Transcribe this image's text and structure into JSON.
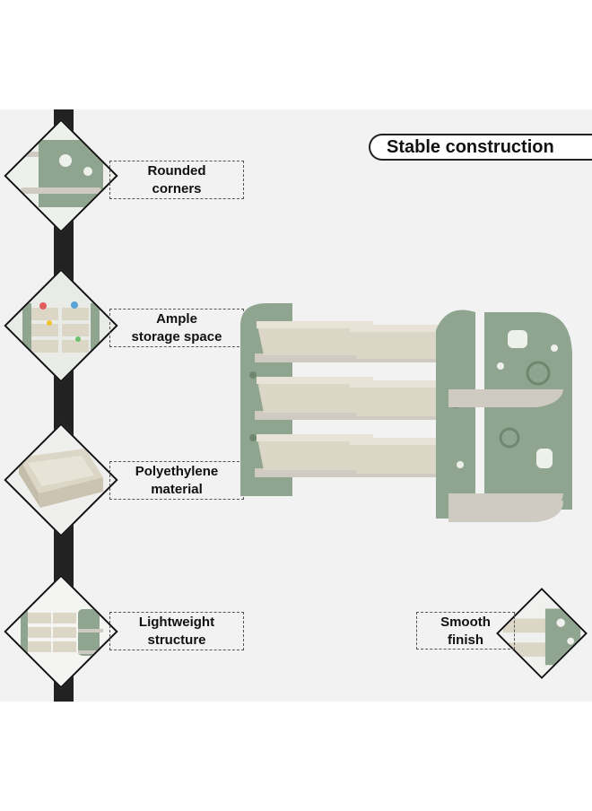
{
  "heading": "Stable construction",
  "features": [
    {
      "line1": "Rounded",
      "line2": "corners"
    },
    {
      "line1": "Ample",
      "line2": "storage space"
    },
    {
      "line1": "Polyethylene",
      "line2": "material"
    },
    {
      "line1": "Lightweight",
      "line2": "structure"
    },
    {
      "line1": "Smooth",
      "line2": "finish"
    }
  ],
  "colors": {
    "frame_green": "#8fa58f",
    "bin_beige": "#dcd6c6",
    "shelf_grey": "#cfcbc2",
    "pole": "#222222",
    "background": "#f2f2f2"
  }
}
